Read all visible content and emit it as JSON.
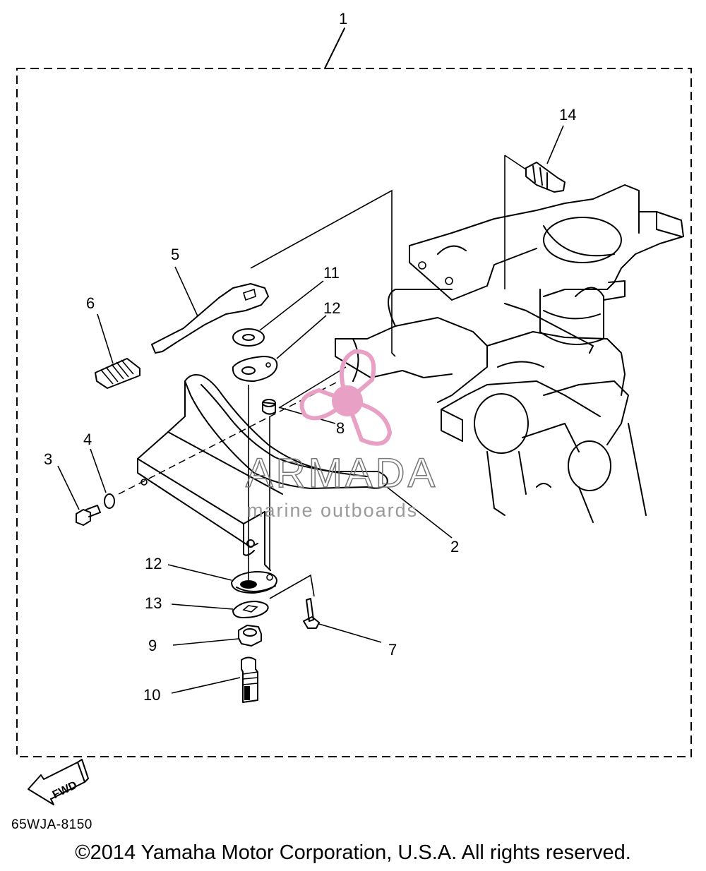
{
  "callouts": {
    "c1": "1",
    "c2": "2",
    "c3": "3",
    "c4": "4",
    "c5": "5",
    "c6": "6",
    "c7": "7",
    "c8": "8",
    "c9": "9",
    "c10": "10",
    "c11": "11",
    "c12a": "12",
    "c12b": "12",
    "c13": "13",
    "c14": "14"
  },
  "fwd_label": "FWD",
  "watermark": {
    "title": "ARMADA",
    "subtitle": "marine outboards",
    "color": "#e8a0c4"
  },
  "part_code": "65WJA-8150",
  "copyright": "©2014 Yamaha Motor Corporation, U.S.A. All rights reserved."
}
